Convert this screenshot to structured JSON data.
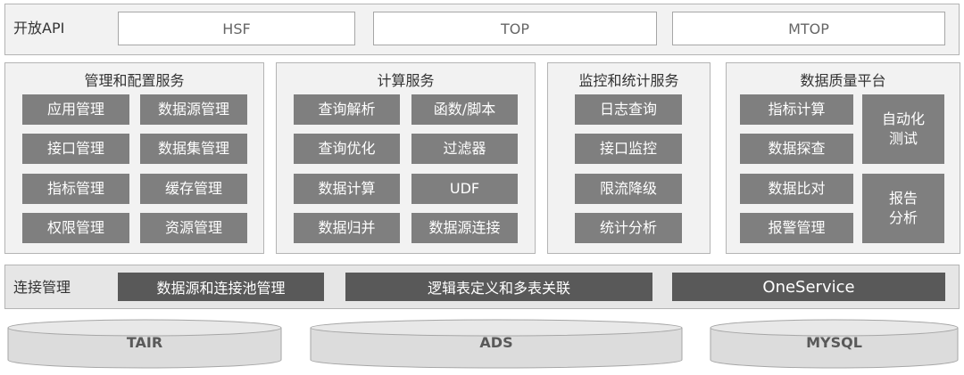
{
  "api_row": {
    "label": "开放API",
    "items": [
      "HSF",
      "TOP",
      "MTOP"
    ]
  },
  "panels": {
    "management": {
      "title": "管理和配置服务",
      "items": [
        "应用管理",
        "数据源管理",
        "接口管理",
        "数据集管理",
        "指标管理",
        "缓存管理",
        "权限管理",
        "资源管理"
      ]
    },
    "compute": {
      "title": "计算服务",
      "items": [
        "查询解析",
        "函数/脚本",
        "查询优化",
        "过滤器",
        "数据计算",
        "UDF",
        "数据归并",
        "数据源连接"
      ]
    },
    "monitor": {
      "title": "监控和统计服务",
      "items": [
        "日志查询",
        "接口监控",
        "限流降级",
        "统计分析"
      ]
    },
    "quality": {
      "title": "数据质量平台",
      "items": [
        "指标计算",
        "数据探查",
        "数据比对",
        "报警管理"
      ],
      "side_top": [
        "自动化",
        "测试"
      ],
      "side_bottom": [
        "报告",
        "分析"
      ]
    }
  },
  "connection_row": {
    "label": "连接管理",
    "items": [
      "数据源和连接池管理",
      "逻辑表定义和多表关联",
      "OneService"
    ]
  },
  "databases": [
    "TAIR",
    "ADS",
    "MYSQL"
  ],
  "colors": {
    "panel_bg": "#f2f2f2",
    "gray_button": "#7f7f7f",
    "dark_button": "#595959",
    "db_fill": "#dcdcdc"
  }
}
